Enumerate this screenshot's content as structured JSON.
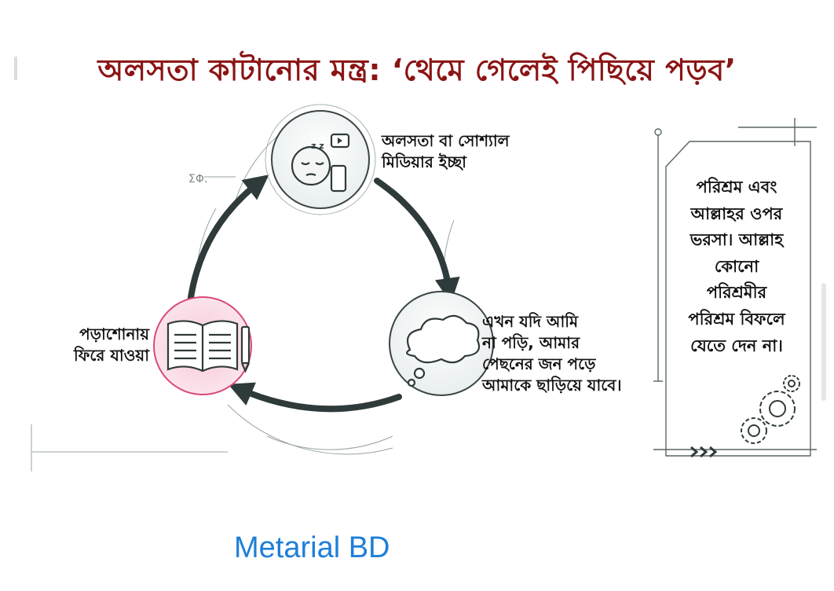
{
  "title": "অলসতা কাটানোর মন্ত্র: ‘থেমে গেলেই পিছিয়ে পড়ব’",
  "cycle": {
    "nodes": [
      {
        "id": "laziness",
        "lines": [
          "অলসতা বা সোশ্যাল",
          "মিডিয়ার ইচ্ছা"
        ],
        "icon": "sleepy-face-phone-icon"
      },
      {
        "id": "thought",
        "lines": [
          "এখন যদি আমি",
          "না পড়ি, আমার",
          "পেছনের জন পড়ে",
          "আমাকে ছাড়িয়ে যাবে।"
        ],
        "icon": "thought-cloud-icon"
      },
      {
        "id": "study",
        "lines": [
          "পড়াশোনায়",
          "ফিরে যাওয়া"
        ],
        "icon": "open-book-pen-icon"
      }
    ],
    "annotation": "ΣΦ."
  },
  "quote": {
    "lines": [
      "পরিশ্রম এবং",
      "আল্লাহর ওপর",
      "ভরসা। আল্লাহ",
      "কোনো",
      "পরিশ্রমীর",
      "পরিশ্রম বিফলে",
      "যেতে দেন না।"
    ],
    "icon": "gears-icon"
  },
  "colors": {
    "title": "#8b1414",
    "arrow": "#2f3a3a",
    "brand": "#1e7fd8",
    "study_accent": "#d94a78"
  },
  "brand": "Metarial BD"
}
